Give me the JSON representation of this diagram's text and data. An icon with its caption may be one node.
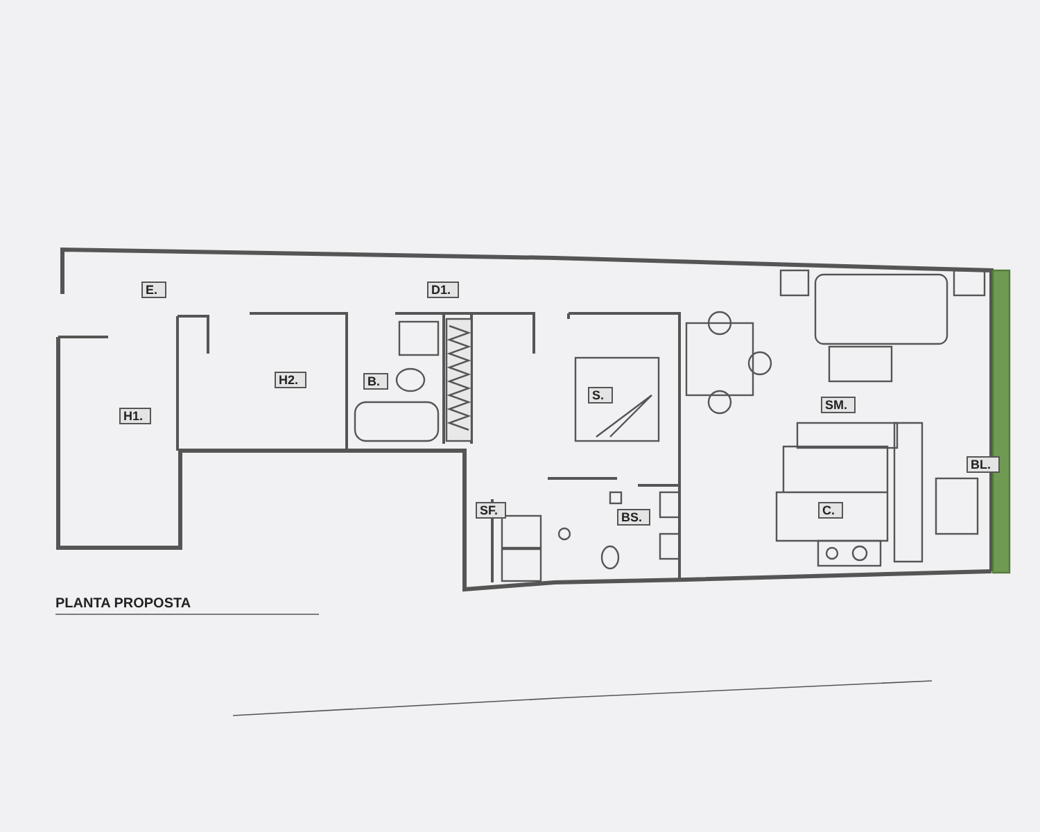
{
  "diagram": {
    "title": "PLANTA PROPOSTA",
    "labels": [
      "E.",
      "D1.",
      "H2.",
      "B.",
      "H1.",
      "S.",
      "SM.",
      "BL.",
      "SF.",
      "BS.",
      "C."
    ]
  }
}
